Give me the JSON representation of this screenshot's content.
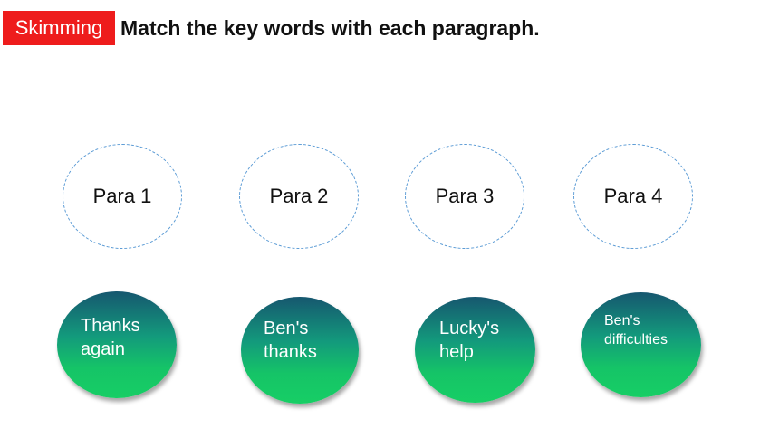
{
  "header": {
    "label": "Skimming",
    "instruction": "Match the key words with each paragraph."
  },
  "paragraphs": [
    "Para 1",
    "Para 2",
    "Para 3",
    "Para 4"
  ],
  "keywords": [
    "Thanks\nagain",
    "Ben's\nthanks",
    "Lucky's\nhelp",
    "Ben's\ndifficulties"
  ],
  "colors": {
    "label_bg": "#ee1c1c",
    "bubble_top": "#16576f",
    "bubble_bottom": "#17ce65",
    "circle_border": "#5b9bd5"
  }
}
